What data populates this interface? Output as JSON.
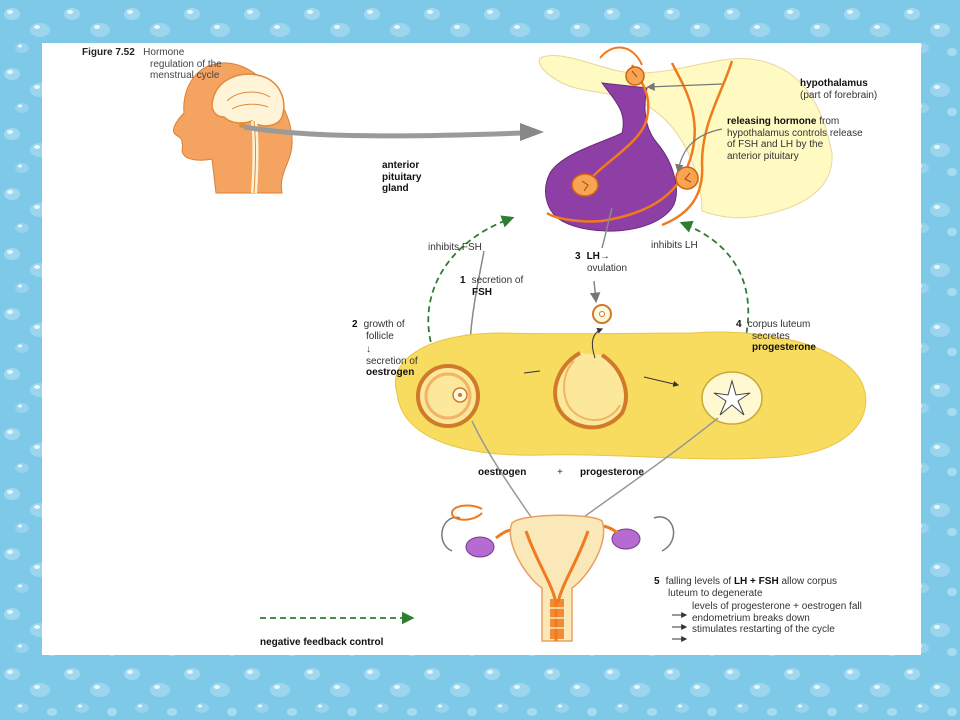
{
  "figure": {
    "label": "Figure 7.52",
    "caption_lines": [
      "Hormone",
      "regulation of the",
      "menstrual cycle"
    ]
  },
  "labels": {
    "anterior_pituitary": [
      "anterior",
      "pituitary",
      "gland"
    ],
    "hypothalamus": "hypothalamus",
    "hypothalamus_note": "(part of forebrain)",
    "releasing_hormone_bold": "releasing hormone",
    "releasing_hormone_rest": [
      " from",
      "hypothalamus controls release",
      "of FSH and LH by the",
      "anterior pituitary"
    ],
    "inhibits_fsh": "inhibits FSH",
    "inhibits_lh": "inhibits LH",
    "oestrogen": "oestrogen",
    "plus": "+",
    "progesterone": "progesterone",
    "legend": "negative feedback control"
  },
  "steps": [
    {
      "num": "1",
      "lines": [
        "secretion of"
      ],
      "bold": "FSH"
    },
    {
      "num": "2",
      "lines": [
        "growth of",
        "follicle"
      ],
      "extra": "secretion of",
      "bold": "oestrogen"
    },
    {
      "num": "3",
      "bold": "LH",
      "arrow": "→",
      "lines": [
        "ovulation"
      ]
    },
    {
      "num": "4",
      "lines": [
        "corpus luteum",
        "secretes"
      ],
      "bold": "progesterone"
    },
    {
      "num": "5",
      "lines": [
        "falling levels of",
        "LH + FSH",
        "allow corpus",
        "luteum to degenerate"
      ],
      "effects": [
        "levels of progesterone + oestrogen fall",
        "endometrium breaks down",
        "stimulates restarting of the cycle"
      ]
    }
  ],
  "colors": {
    "background": "#7ec8e8",
    "ovary": "#f7dc5f",
    "pituitary": "#8e3fa5",
    "vessel": "#f07a1e",
    "feedback": "#2e7d32"
  }
}
